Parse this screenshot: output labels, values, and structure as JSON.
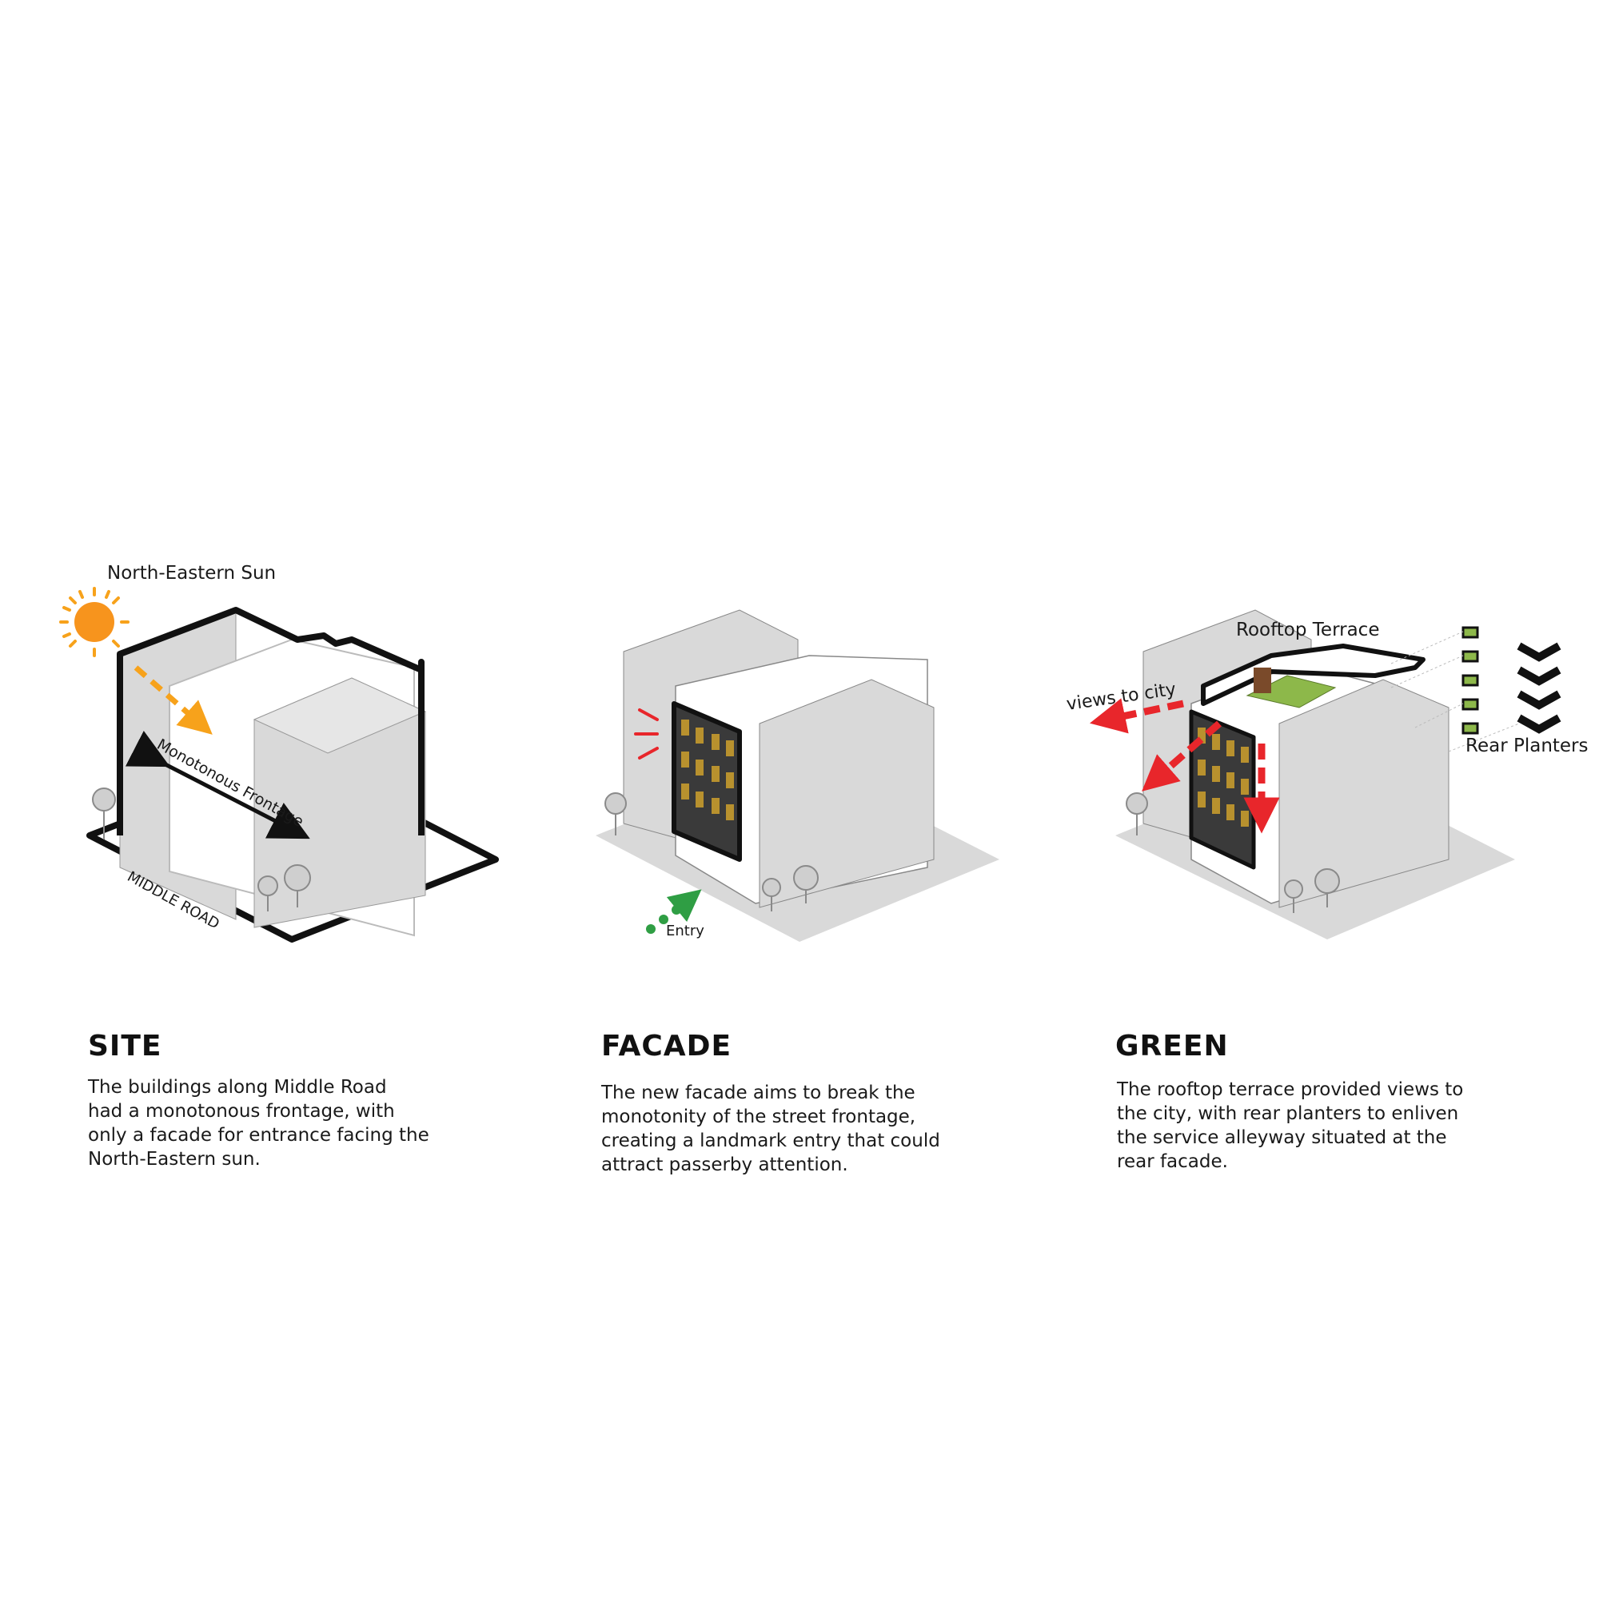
{
  "panels": [
    {
      "heading": "SITE",
      "lines": [
        "The buildings along Middle Road",
        "had a monotonous frontage, with",
        "only a facade for entrance facing the",
        "North-Eastern sun."
      ],
      "labels": {
        "sun": "North-Eastern Sun",
        "frontage": "Monotonous Frontage",
        "road": "MIDDLE ROAD"
      }
    },
    {
      "heading": "FACADE",
      "lines": [
        "The new facade aims to break the",
        "monotonity of the street frontage,",
        "creating a landmark entry that could",
        "attract passerby attention."
      ],
      "labels": {
        "entry": "Entry"
      }
    },
    {
      "heading": "GREEN",
      "lines": [
        "The rooftop terrace provided views to",
        "the city, with rear planters to enliven",
        "the service alleyway situated at the",
        "rear facade."
      ],
      "labels": {
        "terrace": "Rooftop Terrace",
        "views": "views to city",
        "planters": "Rear Planters"
      }
    }
  ],
  "colors": {
    "building_grey": "#d9d9d9",
    "outline": "#111111",
    "sun": "#f7941d",
    "facade_dark": "#3a3a3a",
    "facade_gold": "#b8912e",
    "accent_red": "#e8262b",
    "entry_green": "#2f9e44",
    "terrace_green": "#8db84a",
    "terrace_brown": "#7a4a2a"
  }
}
